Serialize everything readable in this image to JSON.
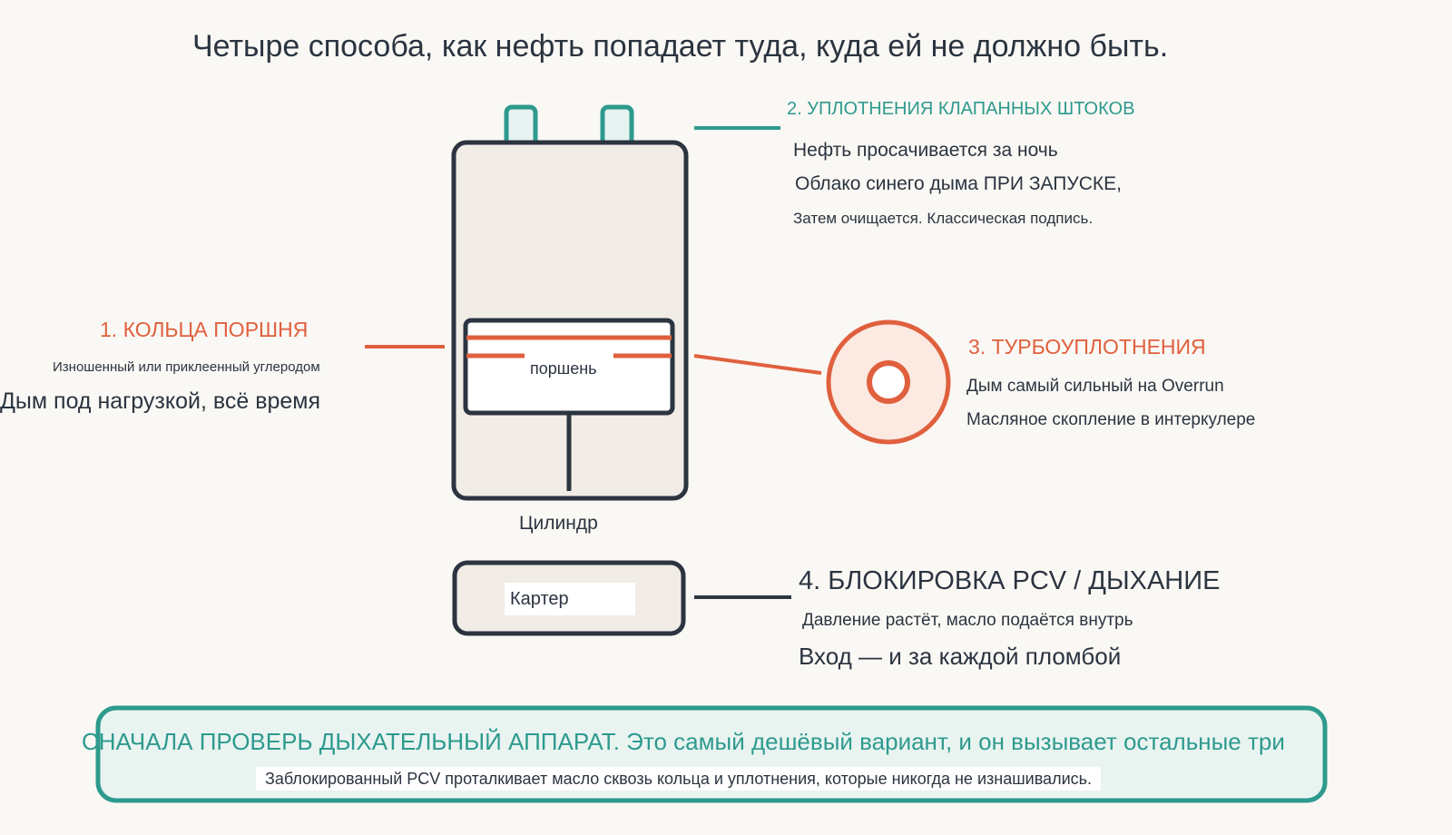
{
  "title": "Четыре способа, как нефть попадает туда, куда ей не должно быть.",
  "engine": {
    "piston_label": "поршень",
    "cylinder_label": "Цилиндр",
    "crankcase_label": "Картер"
  },
  "causes": {
    "piston_rings": {
      "heading": "1. КОЛЬЦА ПОРШНЯ",
      "detail": "Изношенный или приклеенный углеродом",
      "symptom": "Дым под нагрузкой, всё время"
    },
    "valve_seals": {
      "heading": "2. УПЛОТНЕНИЯ КЛАПАННЫХ ШТОКОВ",
      "line1": "Нефть просачивается за ночь",
      "line2": "Облако синего дыма ПРИ ЗАПУСКЕ,",
      "line3": "Затем очищается. Классическая подпись."
    },
    "turbo_seals": {
      "heading": "3. ТУРБОУПЛОТНЕНИЯ",
      "line1": "Дым самый сильный на Overrun",
      "line2": "Масляное скопление в интеркулере"
    },
    "pcv_block": {
      "heading": "4. БЛОКИРОВКА PCV / ДЫХАНИЕ",
      "line1": "Давление растёт, масло подаётся внутрь",
      "line2": "Вход — и за каждой пломбой"
    }
  },
  "banner": {
    "headline": "СНАЧАЛА ПРОВЕРЬ ДЫХАТЕЛЬНЫЙ АППАРАТ. Это самый дешёвый вариант, и он вызывает остальные три",
    "subline": "Заблокированный PCV проталкивает масло сквозь кольца и уплотнения, которые никогда не изнашивались."
  },
  "colors": {
    "ink": "#2b3440",
    "orange": "#e0603e",
    "teal": "#2e9a8e",
    "cylinder_fill": "#f1ece6",
    "valve_fill": "#e6f3f0",
    "banner_fill": "#e9f4f1",
    "turbo_fill": "#fbe9e2"
  }
}
